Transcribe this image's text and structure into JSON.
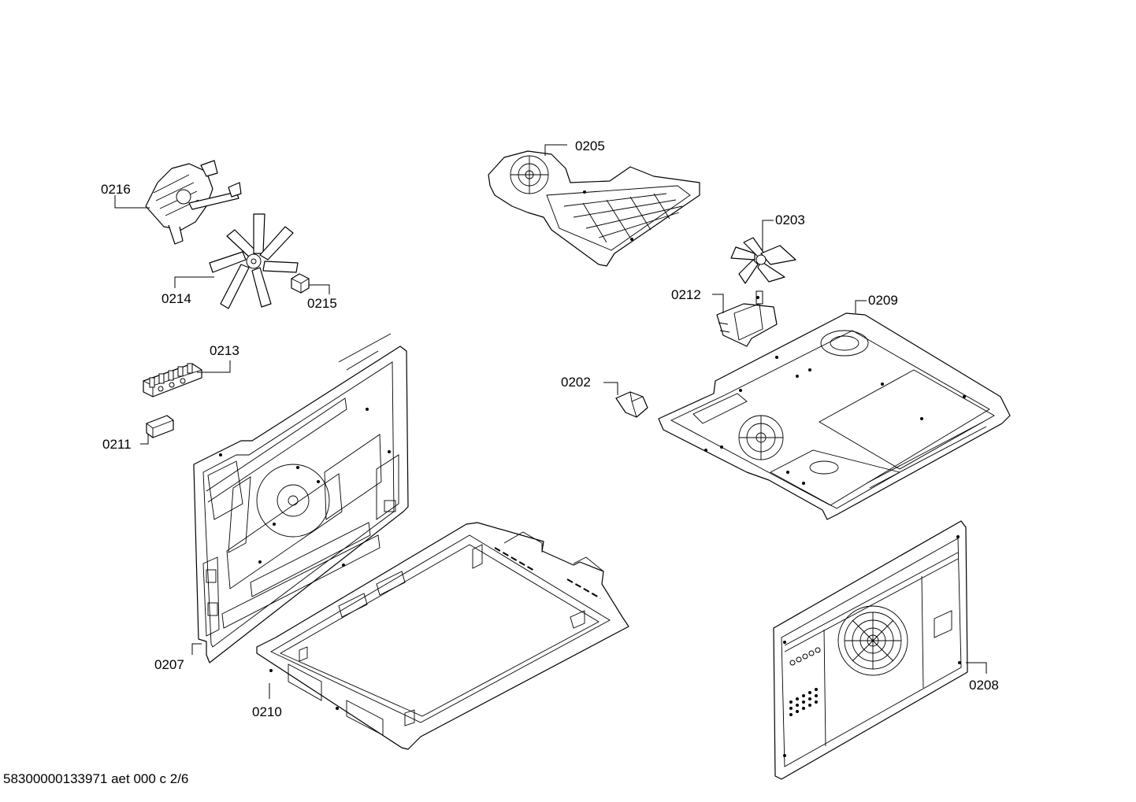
{
  "labels": {
    "p0216": "0216",
    "p0214": "0214",
    "p0215": "0215",
    "p0213": "0213",
    "p0211": "0211",
    "p0207": "0207",
    "p0210": "0210",
    "p0205": "0205",
    "p0203": "0203",
    "p0212": "0212",
    "p0209": "0209",
    "p0202": "0202",
    "p0208": "0208"
  },
  "document_id": "58300000133971 aet 000 c 2/6"
}
